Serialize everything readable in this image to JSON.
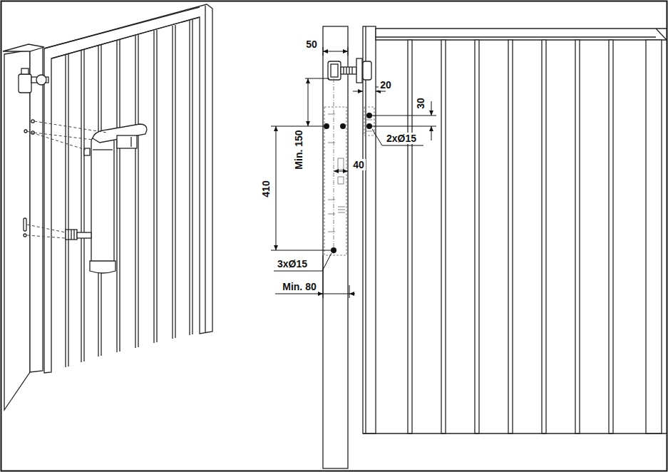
{
  "diagram": {
    "labels": [
      "50",
      "20",
      "30",
      "2xØ15",
      "Min. 150",
      "40",
      "410",
      "3xØ15",
      "Min. 80"
    ]
  }
}
